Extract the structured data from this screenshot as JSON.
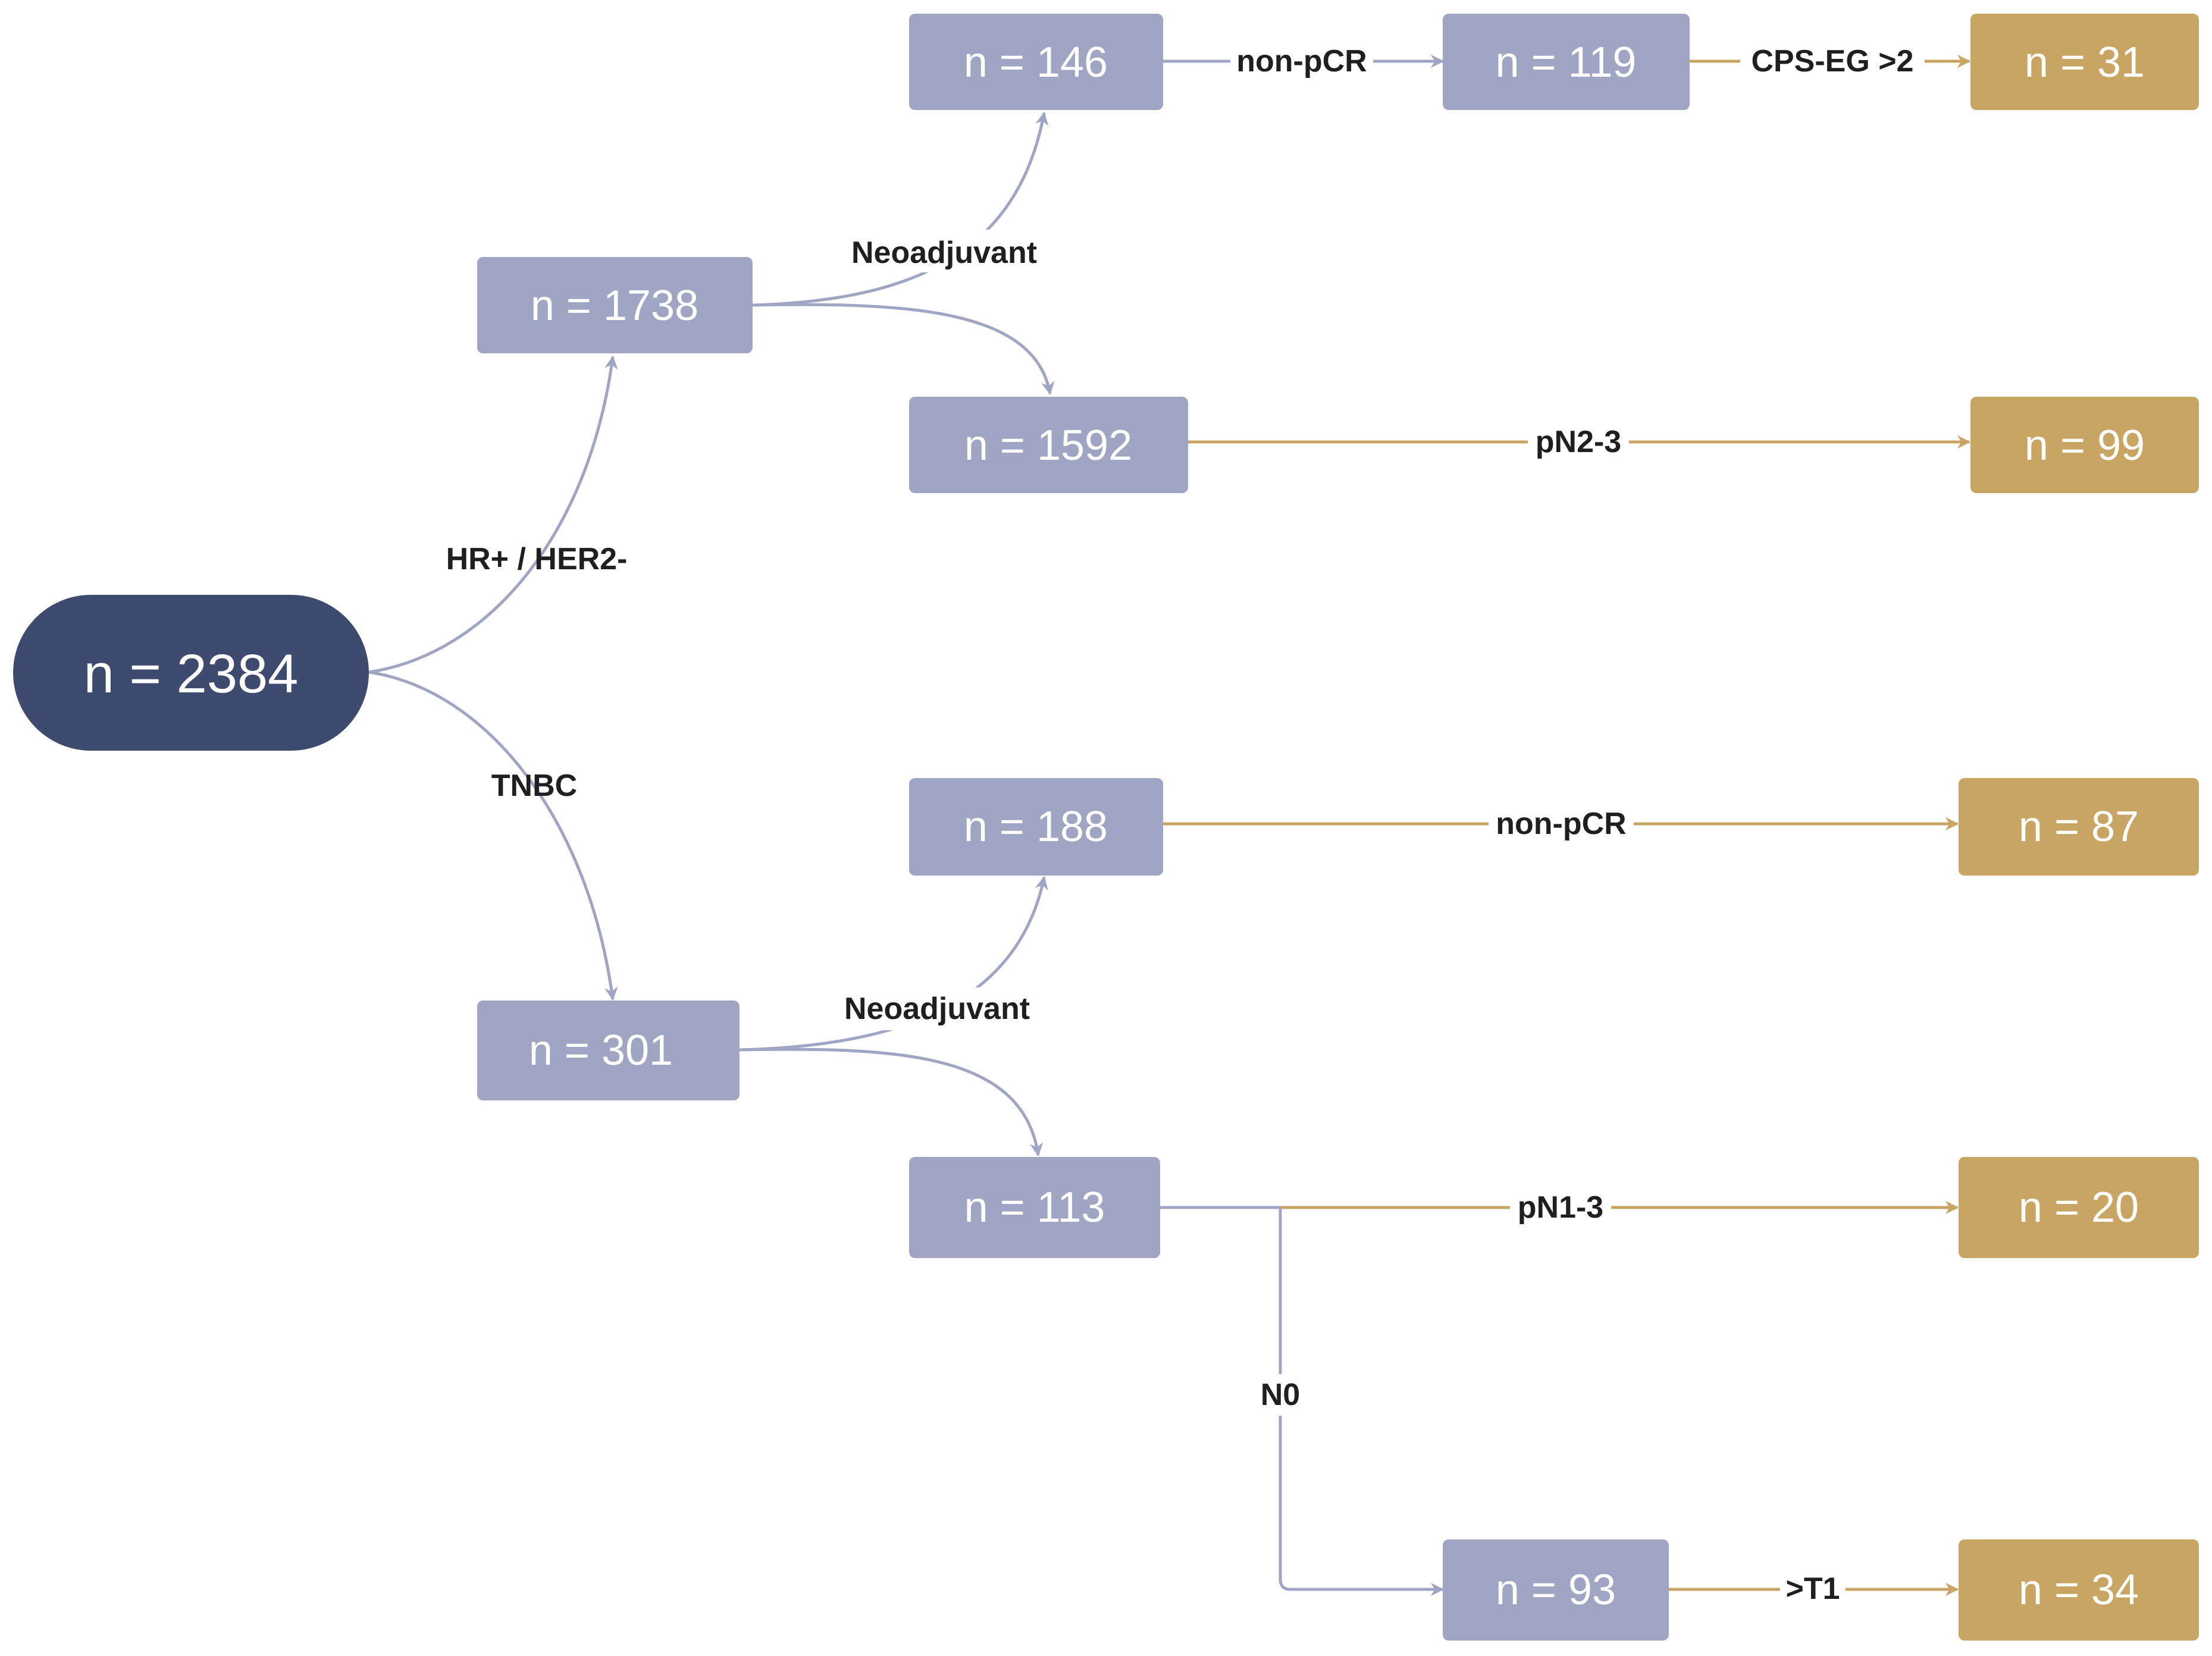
{
  "colors": {
    "root": "#3e4a6e",
    "node": "#9fa5c2",
    "terminal": "#c9a564",
    "edge_grey": "#9fa5c2",
    "edge_gold": "#c9a564",
    "text_dark": "#1f1f1f"
  },
  "nodes": {
    "root": "n = 2384",
    "hr": "n = 1738",
    "tnbc": "n = 301",
    "hr_neo": "n = 146",
    "hr_nonpcr": "n = 119",
    "hr_cps": "n = 31",
    "hr_adj": "n = 1592",
    "hr_pn23": "n = 99",
    "tnbc_neo": "n = 188",
    "tnbc_nonpcr": "n = 87",
    "tnbc_adj": "n = 113",
    "tnbc_pn13": "n = 20",
    "tnbc_n0": "n = 93",
    "tnbc_t1": "n = 34"
  },
  "edges": {
    "hr_her2": "HR+ / HER2-",
    "tnbc": "TNBC",
    "neoadjuvant_top": "Neoadjuvant",
    "neoadjuvant_bottom": "Neoadjuvant",
    "non_pcr_top": "non-pCR",
    "cps_eg": "CPS-EG >2",
    "pn23": "pN2-3",
    "non_pcr_bottom": "non-pCR",
    "pn13": "pN1-3",
    "n0": "N0",
    "t1": ">T1"
  }
}
